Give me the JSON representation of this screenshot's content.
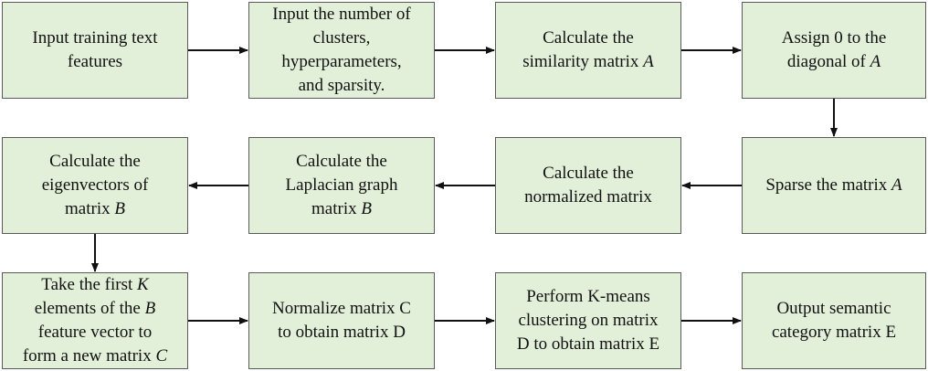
{
  "colors": {
    "box_fill": "#e2efd9",
    "box_border": "#5a5a5a",
    "arrow": "#111111"
  },
  "boxes": {
    "b1": {
      "lines": [
        [
          "Input training text"
        ],
        [
          "features"
        ]
      ]
    },
    "b2": {
      "lines": [
        [
          "Input the number of"
        ],
        [
          "clusters,"
        ],
        [
          "hyperparameters,"
        ],
        [
          "and sparsity."
        ]
      ]
    },
    "b3": {
      "lines": [
        [
          "Calculate the"
        ],
        [
          "similarity matrix ",
          "A"
        ]
      ]
    },
    "b4": {
      "lines": [
        [
          "Assign 0 to the"
        ],
        [
          "diagonal of ",
          "A"
        ]
      ]
    },
    "b5": {
      "lines": [
        [
          "Sparse the matrix ",
          "A"
        ]
      ]
    },
    "b6": {
      "lines": [
        [
          "Calculate the"
        ],
        [
          "normalized matrix"
        ]
      ]
    },
    "b7": {
      "lines": [
        [
          "Calculate the"
        ],
        [
          "Laplacian graph"
        ],
        [
          "matrix ",
          "B"
        ]
      ]
    },
    "b8": {
      "lines": [
        [
          "Calculate the"
        ],
        [
          "eigenvectors of"
        ],
        [
          "matrix ",
          "B"
        ]
      ]
    },
    "b9": {
      "lines": [
        [
          "Take the first ",
          "K"
        ],
        [
          "elements of the ",
          "B"
        ],
        [
          "feature vector to"
        ],
        [
          "form a new matrix ",
          "C"
        ]
      ]
    },
    "b10": {
      "lines": [
        [
          "Normalize matrix C"
        ],
        [
          "to obtain matrix D"
        ]
      ]
    },
    "b11": {
      "lines": [
        [
          "Perform K-means"
        ],
        [
          "clustering on matrix"
        ],
        [
          "D to obtain matrix E"
        ]
      ]
    },
    "b12": {
      "lines": [
        [
          "Output semantic"
        ],
        [
          "category matrix E"
        ]
      ]
    }
  }
}
